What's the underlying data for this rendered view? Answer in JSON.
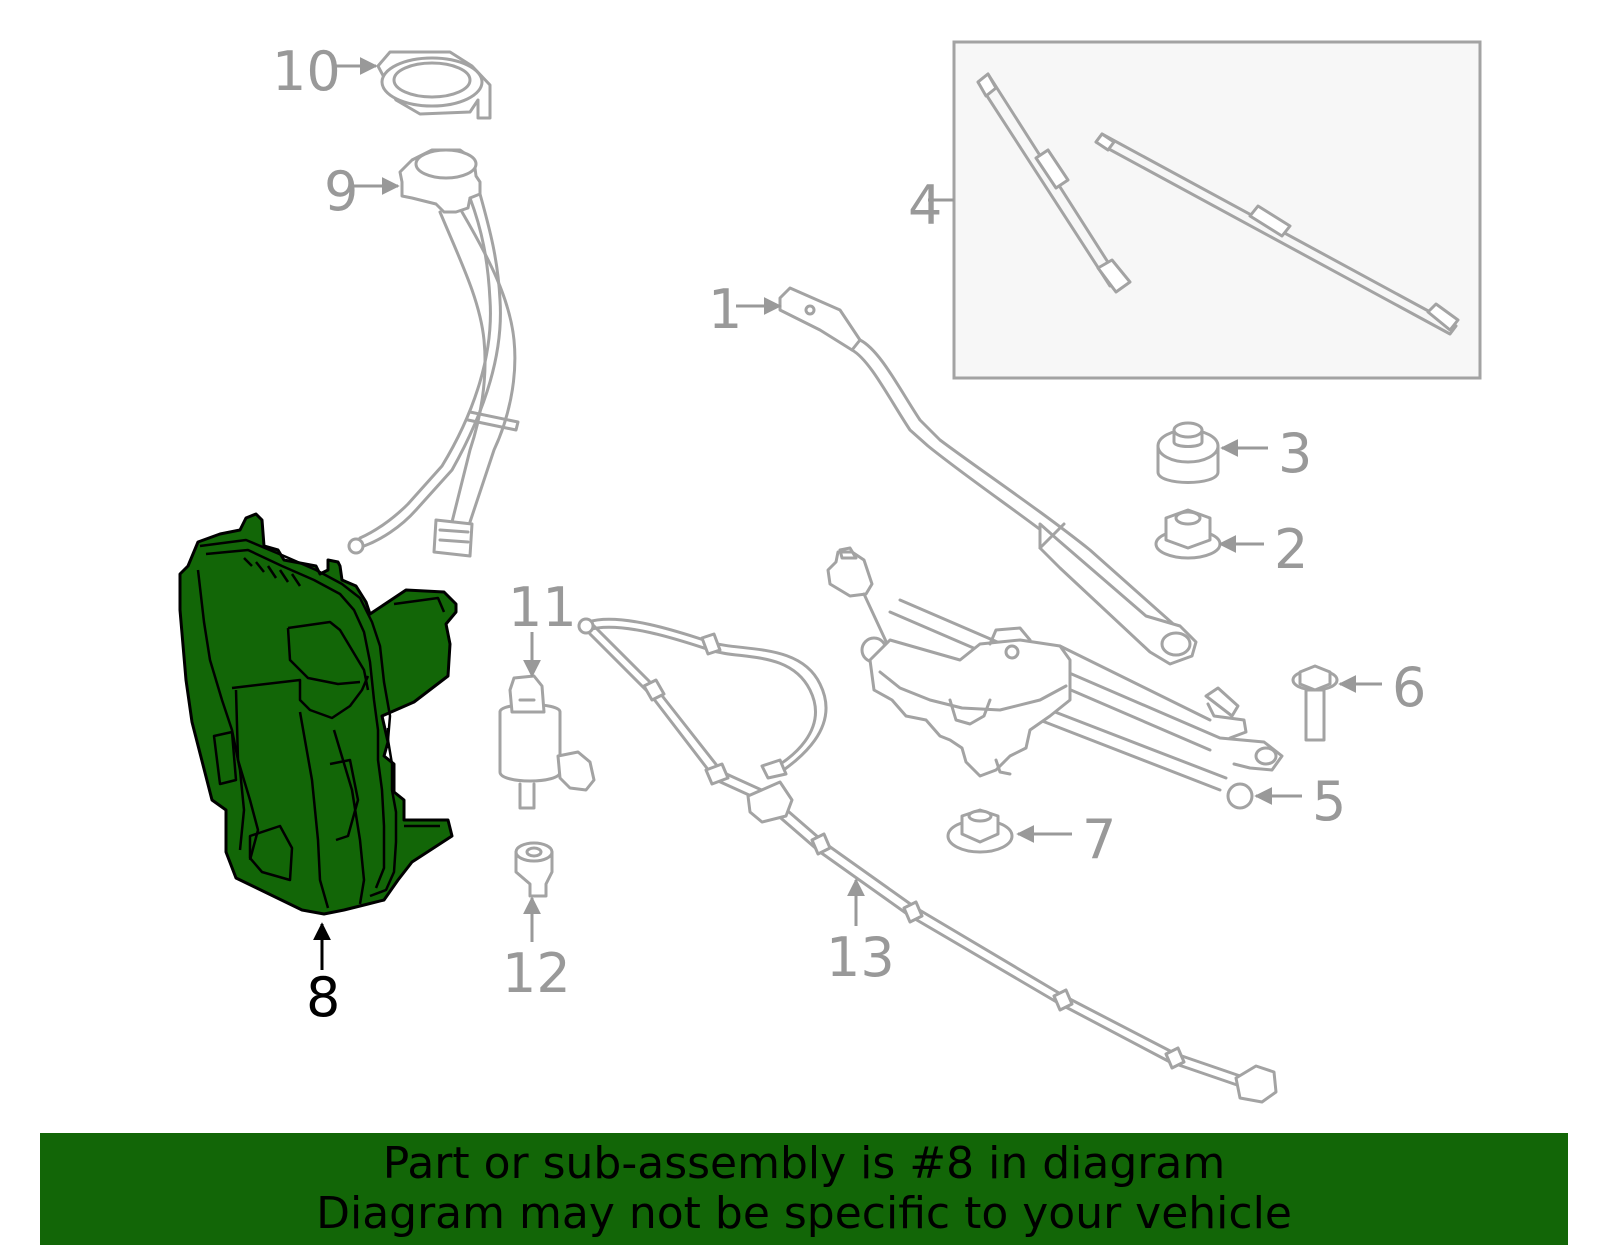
{
  "diagram": {
    "callouts": [
      {
        "id": "1",
        "label": "1"
      },
      {
        "id": "2",
        "label": "2"
      },
      {
        "id": "3",
        "label": "3"
      },
      {
        "id": "4",
        "label": "4"
      },
      {
        "id": "5",
        "label": "5"
      },
      {
        "id": "6",
        "label": "6"
      },
      {
        "id": "7",
        "label": "7"
      },
      {
        "id": "8",
        "label": "8"
      },
      {
        "id": "9",
        "label": "9"
      },
      {
        "id": "10",
        "label": "10"
      },
      {
        "id": "11",
        "label": "11"
      },
      {
        "id": "12",
        "label": "12"
      },
      {
        "id": "13",
        "label": "13"
      }
    ],
    "highlighted_part": "8",
    "colors": {
      "highlight": "#126607",
      "parts_line": "#a3a3a3",
      "callout_text": "#999999",
      "highlight_label": "#000000",
      "banner_background": "#126607"
    }
  },
  "banner": {
    "line1": "Part or sub-assembly is #8 in diagram",
    "line2": "Diagram may not be specific to your vehicle"
  }
}
